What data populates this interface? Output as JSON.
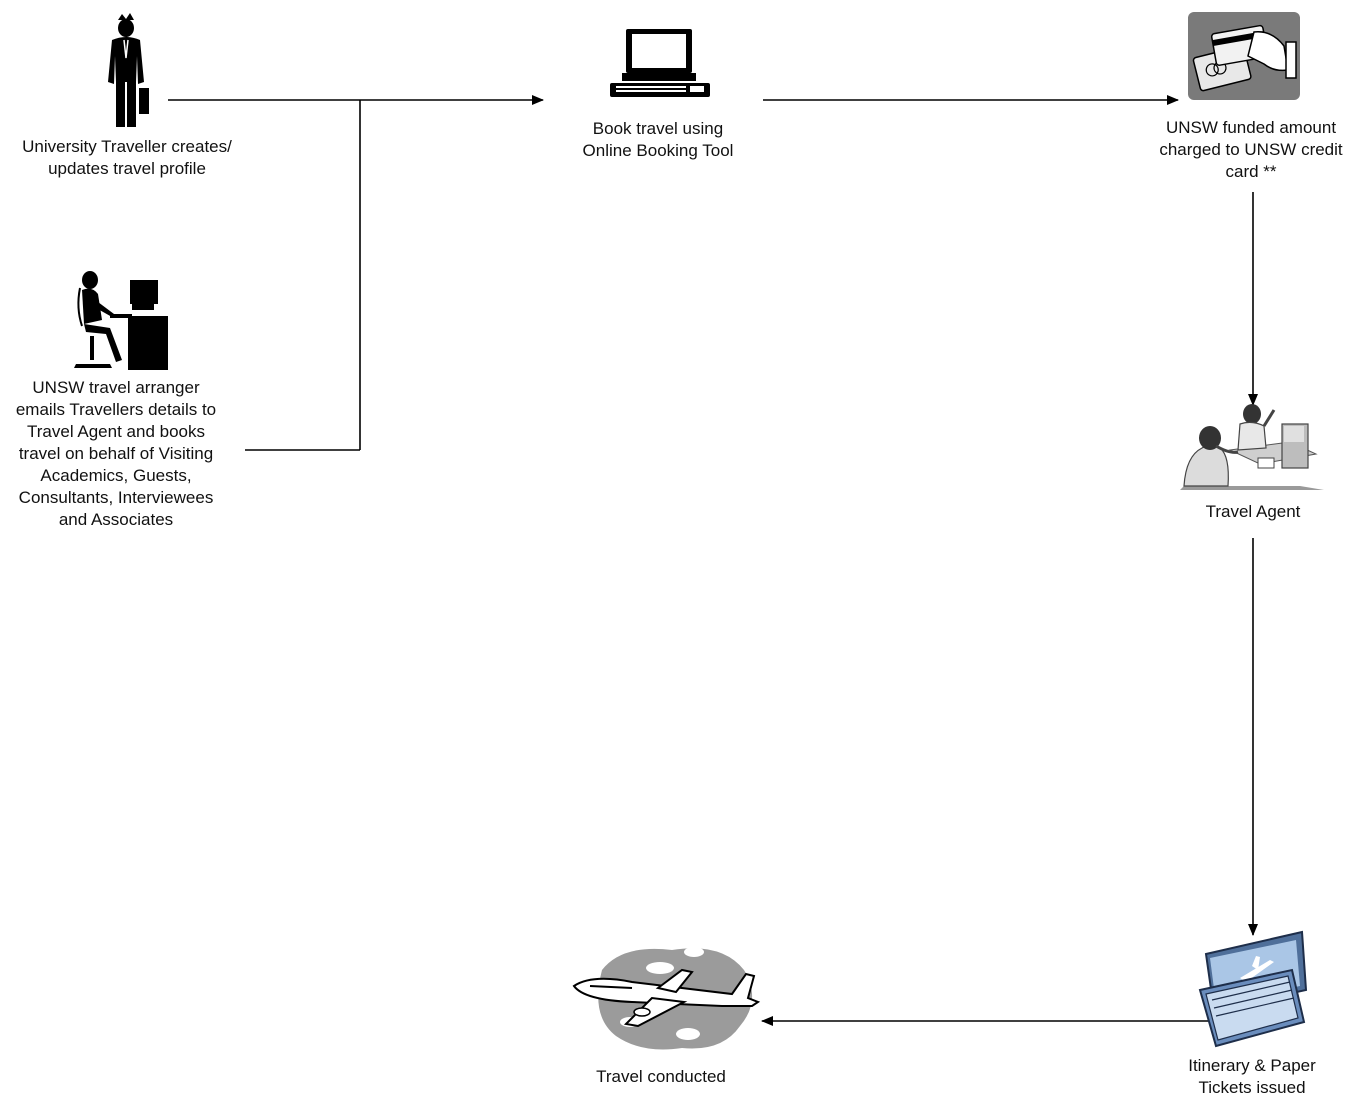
{
  "nodes": {
    "traveller": {
      "label": "University Traveller creates/\nupdates travel profile",
      "icon": "businessman-icon"
    },
    "arranger": {
      "label": "UNSW travel arranger\nemails Travellers details to\nTravel Agent and books\ntravel on behalf of Visiting\nAcademics, Guests,\nConsultants, Interviewees\nand Associates",
      "icon": "person-at-computer-icon"
    },
    "booking": {
      "label": "Book travel using\nOnline Booking Tool",
      "icon": "computer-icon"
    },
    "charge": {
      "label": "UNSW funded amount\ncharged to UNSW credit\ncard **",
      "icon": "credit-card-icon"
    },
    "agent": {
      "label": "Travel Agent",
      "icon": "travel-agent-icon"
    },
    "tickets": {
      "label": "Itinerary & Paper\nTickets issued",
      "icon": "tickets-icon"
    },
    "conducted": {
      "label": "Travel conducted",
      "icon": "airplane-icon"
    }
  }
}
